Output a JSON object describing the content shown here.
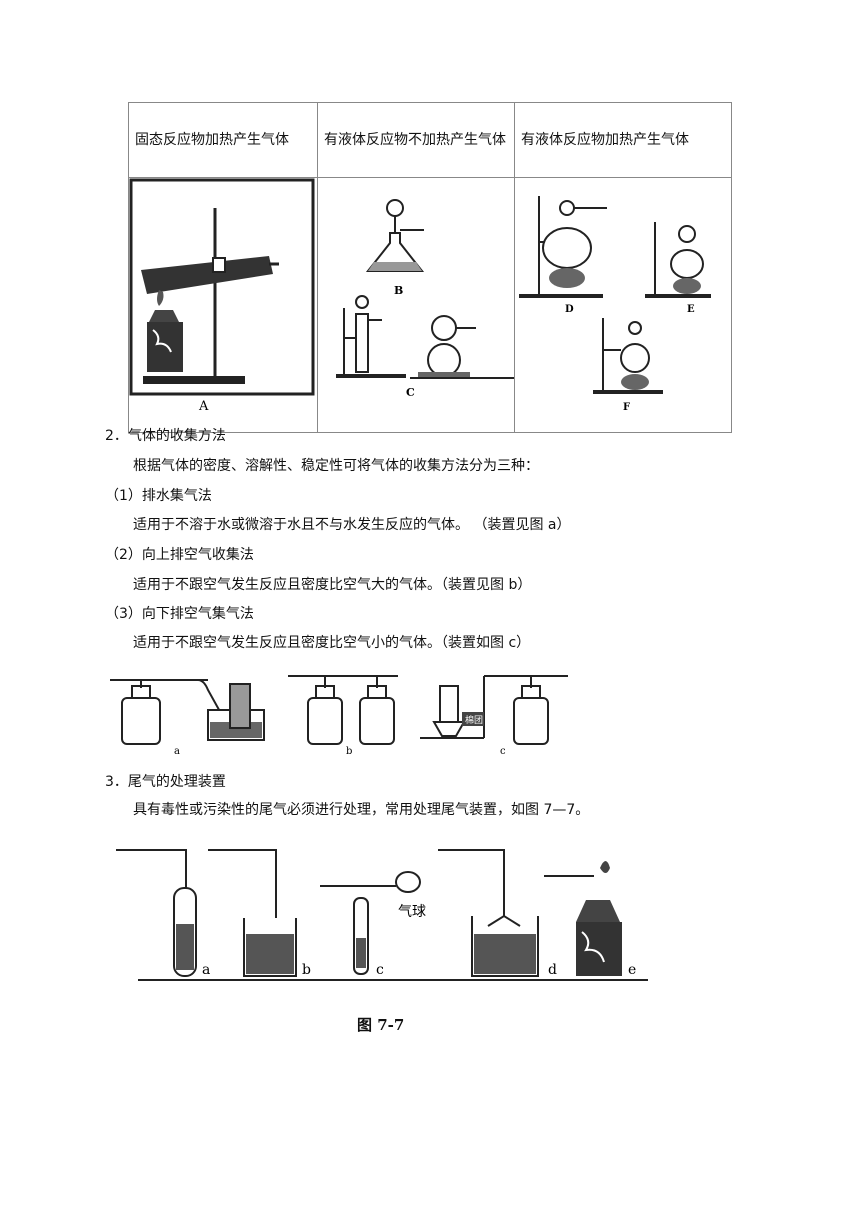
{
  "table": {
    "headers": [
      "固态反应物加热产生气体",
      "有液体反应物不加热产生气体",
      "有液体反应物加热产生气体"
    ],
    "labels": {
      "a": "A",
      "b": "B",
      "c": "C",
      "d": "D",
      "e": "E",
      "f": "F"
    }
  },
  "section2": {
    "title": "2．气体的收集方法",
    "intro": "根据气体的密度、溶解性、稳定性可将气体的收集方法分为三种：",
    "methods": [
      {
        "title": "（1）排水集气法",
        "desc": "适用于不溶于水或微溶于水且不与水发生反应的气体。  （装置见图  a）"
      },
      {
        "title": "（2）向上排空气收集法",
        "desc": "适用于不跟空气发生反应且密度比空气大的气体。（装置见图  b）"
      },
      {
        "title": "（3）向下排空气集气法",
        "desc": "适用于不跟空气发生反应且密度比空气小的气体。（装置如图  c）"
      }
    ],
    "fig_labels": {
      "a": "a",
      "b": "b",
      "c": "c",
      "cotton": "棉团"
    }
  },
  "section3": {
    "title": "3．尾气的处理装置",
    "desc": "具有毒性或污染性的尾气必须进行处理，常用处理尾气装置，如图 7—7。",
    "fig_labels": {
      "a": "a",
      "b": "b",
      "c": "c",
      "d": "d",
      "e": "e",
      "balloon": "气球"
    },
    "caption": "图 7-7"
  }
}
